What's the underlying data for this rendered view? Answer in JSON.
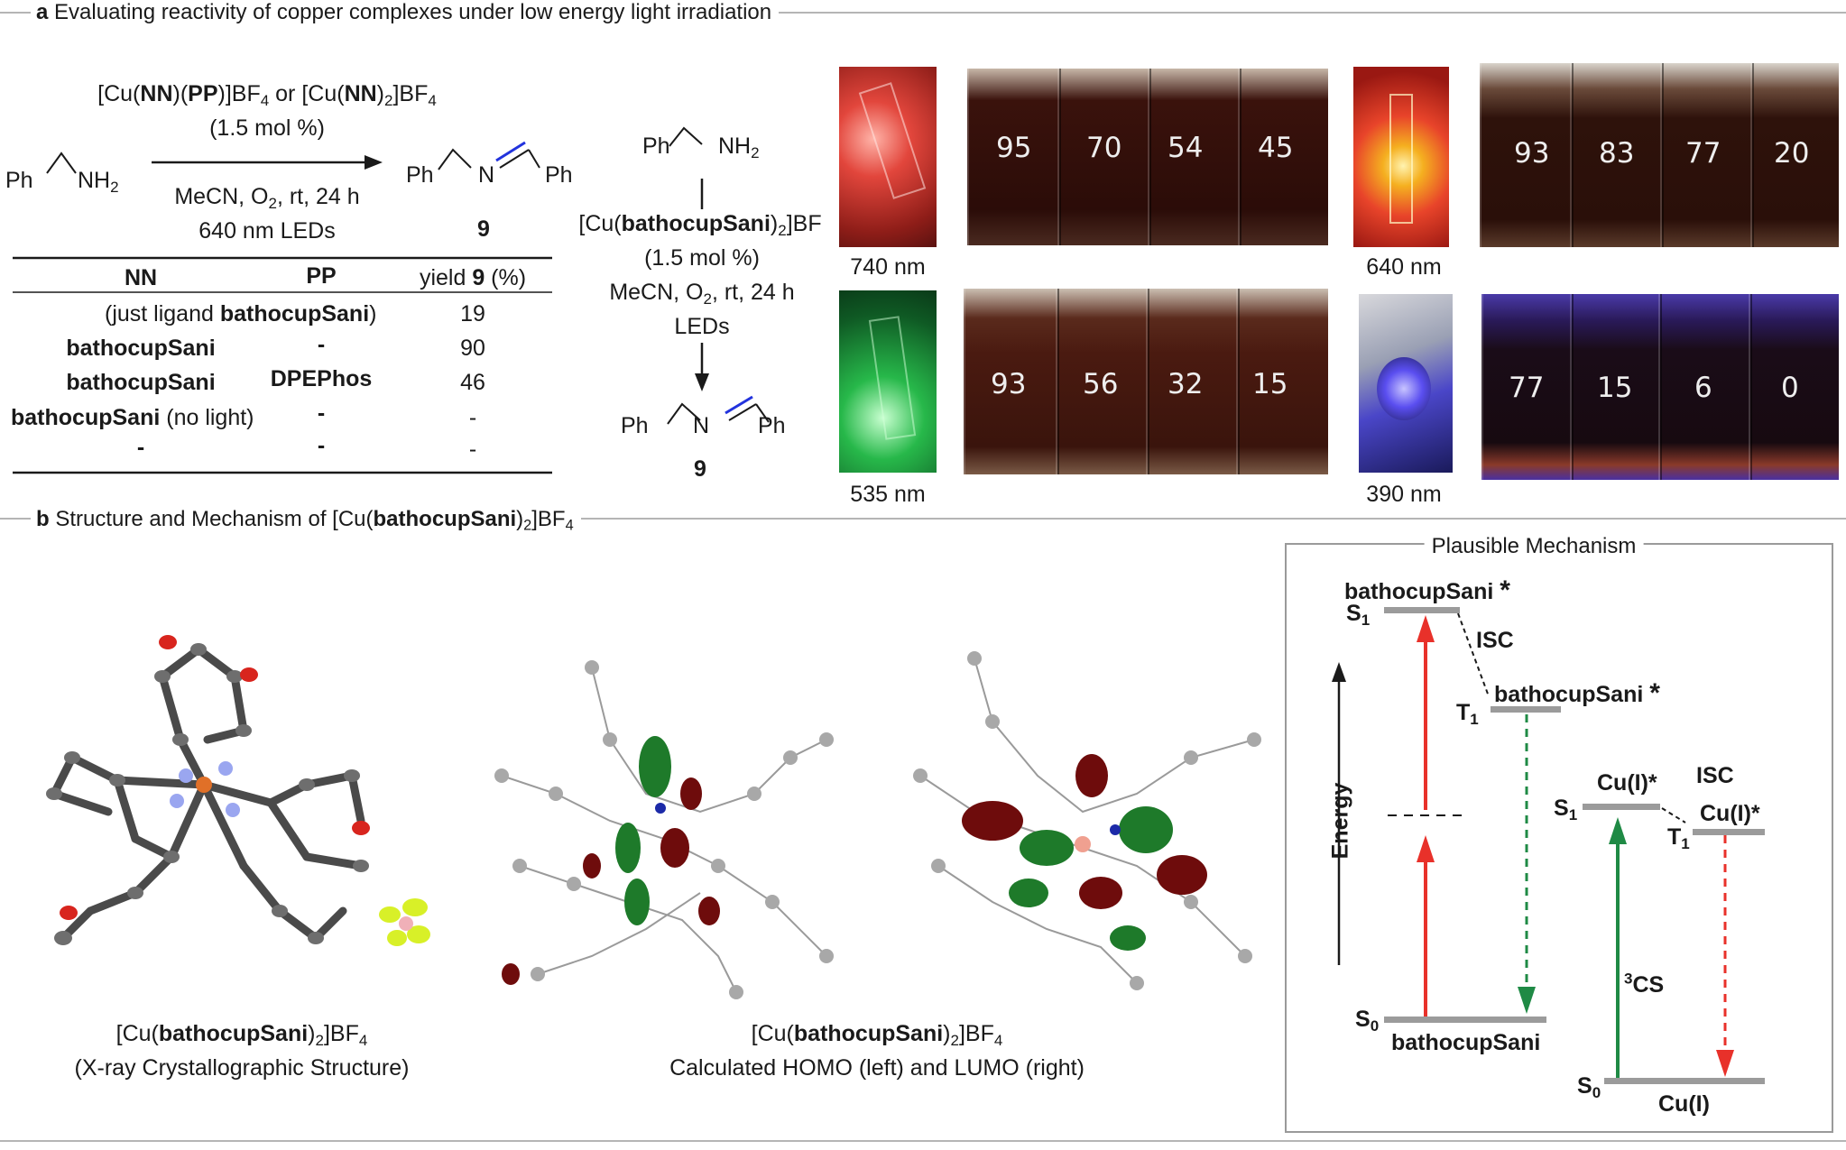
{
  "section_a": {
    "letter": "a",
    "title": "Evaluating reactivity of copper complexes under low energy light irradiation",
    "scheme": {
      "catalyst_line1_pre": "[Cu(",
      "catalyst_line1_nn": "NN",
      "catalyst_line1_mid": ")(",
      "catalyst_line1_pp": "PP",
      "catalyst_line1_mid2": ")]BF",
      "catalyst_line1_sub": "4",
      "catalyst_line1_or": " or [Cu(",
      "catalyst_line1_nn2": "NN",
      "catalyst_line1_end": ")",
      "catalyst_line1_sub2": "2",
      "catalyst_line1_end2": "]BF",
      "catalyst_line1_sub3": "4",
      "loading": "(1.5 mol %)",
      "conditions_pre": "MeCN, O",
      "conditions_sub": "2",
      "conditions_post": ", rt, 24 h",
      "light": "640 nm LEDs",
      "reactant_ph": "Ph",
      "reactant_nh": "NH",
      "reactant_nh_sub": "2",
      "product_ph1": "Ph",
      "product_n": "N",
      "product_ph2": "Ph",
      "product_number": "9"
    },
    "table": {
      "headers": {
        "nn": "NN",
        "pp": "PP",
        "yield_pre": "yield ",
        "yield_num": "9",
        "yield_post": " (%)"
      },
      "rows": [
        {
          "nn_pre": "(just ligand ",
          "nn_bold": "bathocupSani",
          "nn_post": ")",
          "pp": "",
          "yield": "19"
        },
        {
          "nn_pre": "",
          "nn_bold": "bathocupSani",
          "nn_post": "",
          "pp": "-",
          "yield": "90"
        },
        {
          "nn_pre": "",
          "nn_bold": "bathocupSani",
          "nn_post": "",
          "pp": "DPEPhos",
          "yield": "46"
        },
        {
          "nn_pre": "",
          "nn_bold": "bathocupSani",
          "nn_post": " (no light)",
          "pp": "-",
          "yield": "-"
        },
        {
          "nn_pre": "",
          "nn_bold": "-",
          "nn_post": "",
          "pp": "-",
          "yield": "-"
        }
      ]
    },
    "scheme2": {
      "reactant_ph": "Ph",
      "reactant_nh": "NH",
      "reactant_nh_sub": "2",
      "cat_pre": "[Cu(",
      "cat_bold": "bathocupSani",
      "cat_post": ")",
      "cat_sub": "2",
      "cat_end": "]BF",
      "loading": "(1.5 mol %)",
      "cond_pre": "MeCN, O",
      "cond_sub": "2",
      "cond_post": ", rt, 24 h",
      "light": "LEDs",
      "product_ph1": "Ph",
      "product_n": "N",
      "product_ph2": "Ph",
      "product_number": "9"
    },
    "photos": [
      {
        "lamp_label": "740 nm",
        "lamp_color": "#e2463c",
        "vials": [
          "95",
          "70",
          "54",
          "45"
        ]
      },
      {
        "lamp_label": "640 nm",
        "lamp_color": "#f0a020",
        "vials": [
          "93",
          "83",
          "77",
          "20"
        ]
      },
      {
        "lamp_label": "535 nm",
        "lamp_color": "#27b84a",
        "vials": [
          "93",
          "56",
          "32",
          "15"
        ]
      },
      {
        "lamp_label": "390 nm",
        "lamp_color": "#5a4ef0",
        "vials": [
          "77",
          "15",
          "6",
          "0"
        ]
      }
    ]
  },
  "section_b": {
    "letter": "b",
    "title_pre": "Structure and Mechanism of [Cu(",
    "title_bold": "bathocupSani",
    "title_post": ")",
    "title_sub": "2",
    "title_end": "]BF",
    "title_sub2": "4",
    "xray_caption": {
      "line1_pre": "[Cu(",
      "line1_bold": "bathocupSani",
      "line1_post": ")",
      "line1_sub": "2",
      "line1_end": "]BF",
      "line1_sub2": "4",
      "line2": "(X-ray Crystallographic Structure)"
    },
    "dft_caption": {
      "line1_pre": "[Cu(",
      "line1_bold": "bathocupSani",
      "line1_post": ")",
      "line1_sub": "2",
      "line1_end": "]BF",
      "line1_sub2": "4",
      "line2": "Calculated HOMO (left) and LUMO (right)"
    },
    "mechanism": {
      "title": "Plausible Mechanism",
      "energy_label": "Energy",
      "ligand_s1_label": "bathocupSani",
      "ligand_t1_label": "bathocupSani",
      "star": "*",
      "s1": "S",
      "s1_sub": "1",
      "t1": "T",
      "t1_sub": "1",
      "s0": "S",
      "s0_sub": "0",
      "isc": "ISC",
      "ligand_s0_label": "bathocupSani",
      "cu_s1_label": "Cu(I)*",
      "cu_t1_label": "Cu(I)*",
      "cu_isc": "ISC",
      "cs_sup": "3",
      "cs": "CS",
      "cu_s0_label": "Cu(I)"
    }
  },
  "colors": {
    "rule": "#b5b5b5",
    "red_arrow": "#e8312a",
    "green_arrow": "#1f8a45",
    "level": "#9b9b9b",
    "imine_bond": "#2233dd"
  }
}
